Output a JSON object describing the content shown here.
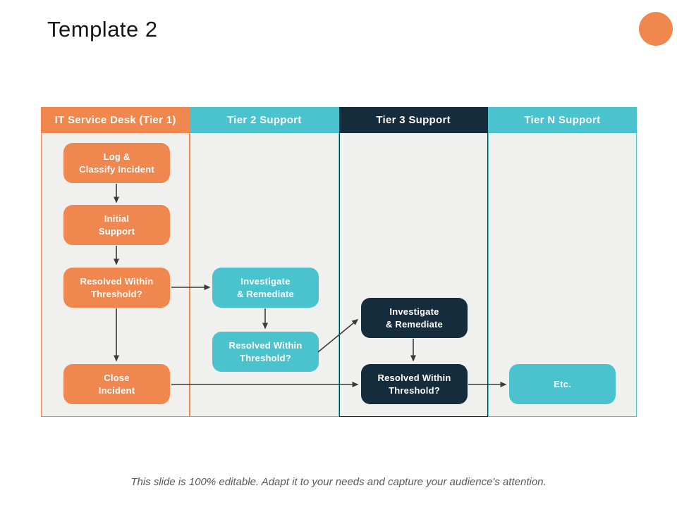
{
  "slide": {
    "title": "Template 2",
    "footer": "This slide is 100% editable. Adapt it to your needs and capture your audience's attention."
  },
  "colors": {
    "orange": "#F0874E",
    "teal": "#4BC3CE",
    "dark": "#142C3C",
    "lane_bg": "#F0F0EF",
    "arrow": "#3B3B3B"
  },
  "lanes": [
    {
      "header": "IT Service Desk (Tier 1)"
    },
    {
      "header": "Tier 2 Support"
    },
    {
      "header": "Tier 3 Support"
    },
    {
      "header": "Tier N Support"
    }
  ],
  "boxes": {
    "log_classify": "Log &\nClassify Incident",
    "initial_support": "Initial\nSupport",
    "resolved_t1": "Resolved Within\nThreshold?",
    "close_incident": "Close\nIncident",
    "investigate_t2": "Investigate\n& Remediate",
    "resolved_t2": "Resolved Within\nThreshold?",
    "investigate_t3": "Investigate\n& Remediate",
    "resolved_t3": "Resolved Within\nThreshold?",
    "etc": "Etc."
  }
}
